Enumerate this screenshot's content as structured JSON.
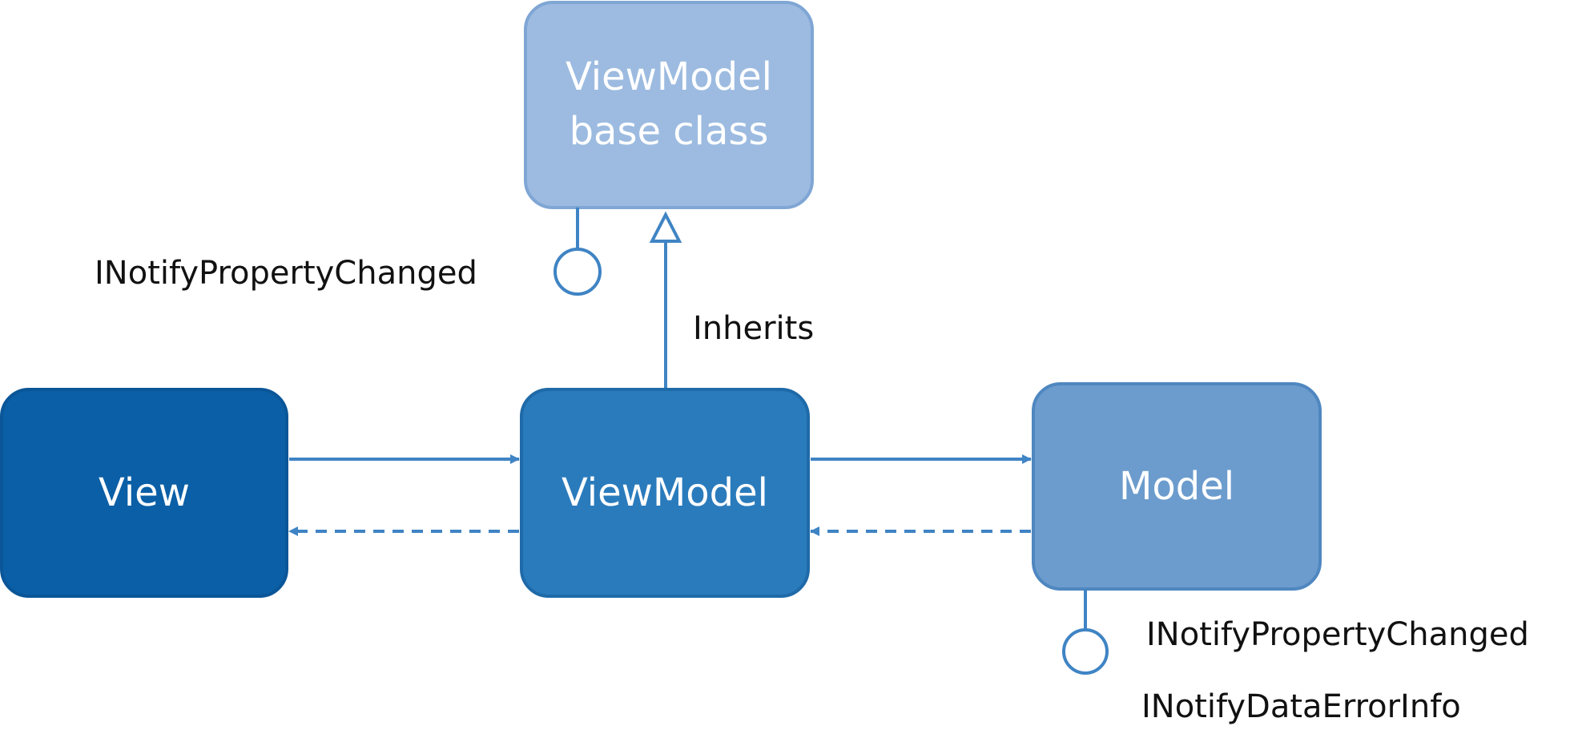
{
  "colors": {
    "line": "#3f84c4",
    "view_fill": "#0b5fa6",
    "view_stroke": "#0a5698",
    "viewmodel_fill": "#2a7bbc",
    "viewmodel_stroke": "#1f6aa8",
    "model_fill": "#6c9ccd",
    "model_stroke": "#4f87c0",
    "base_fill": "#9dbbe0",
    "base_stroke": "#7fa6d4",
    "text_dark": "#111111",
    "text_light": "#ffffff"
  },
  "nodes": {
    "base_class": {
      "line1": "ViewModel",
      "line2": "base class"
    },
    "view": {
      "label": "View"
    },
    "viewmodel": {
      "label": "ViewModel"
    },
    "model": {
      "label": "Model"
    }
  },
  "labels": {
    "base_interface": "INotifyPropertyChanged",
    "inherits": "Inherits",
    "model_interface_1": "INotifyPropertyChanged",
    "model_interface_2": "INotifyDataErrorInfo"
  }
}
